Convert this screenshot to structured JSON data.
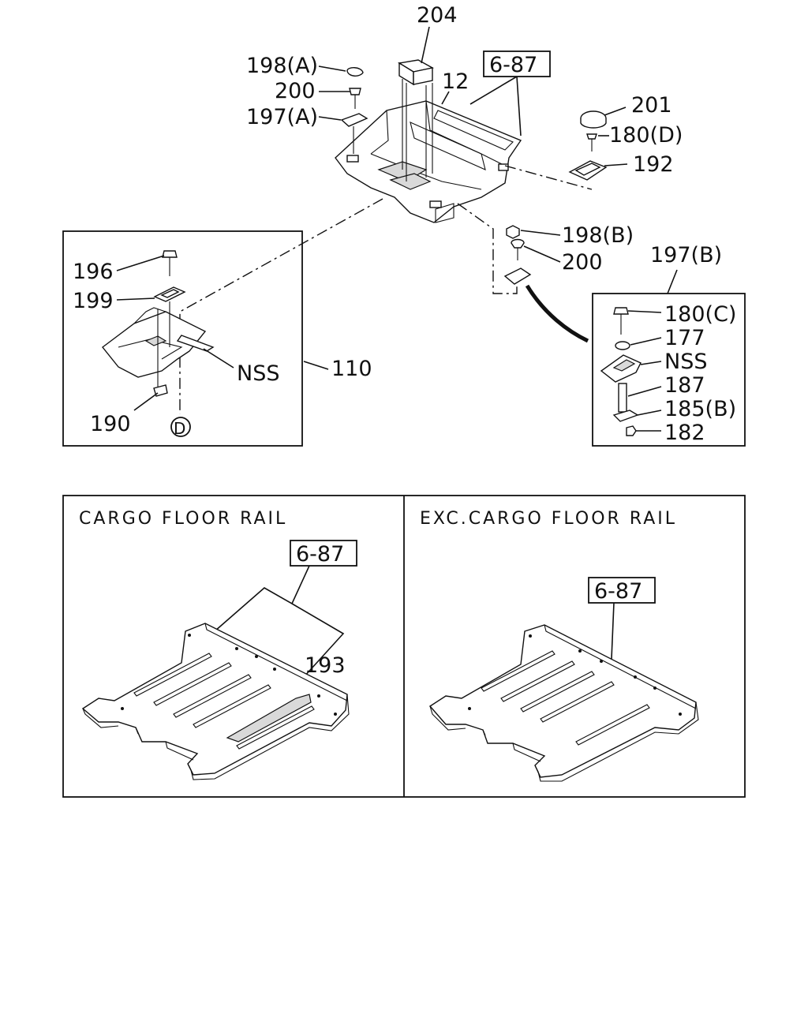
{
  "labels": {
    "p204": "204",
    "p198a": "198(A)",
    "p200_top": "200",
    "p197a": "197(A)",
    "ref_top": "6-87",
    "p12": "12",
    "p201": "201",
    "p180d": "180(D)",
    "p192": "192",
    "p198b": "198(B)",
    "p200_mid": "200",
    "p197b": "197(B)",
    "p196": "196",
    "p199": "199",
    "nss_left": "NSS",
    "p110": "110",
    "p190": "190",
    "circle_d": "D",
    "p180c": "180(C)",
    "p177": "177",
    "nss_right": "NSS",
    "p187": "187",
    "p185b": "185(B)",
    "p182": "182"
  },
  "panels": {
    "left": {
      "caption": "CARGO FLOOR RAIL",
      "ref": "6-87",
      "part": "193"
    },
    "right": {
      "caption": "EXC.CARGO FLOOR RAIL",
      "ref": "6-87"
    }
  }
}
